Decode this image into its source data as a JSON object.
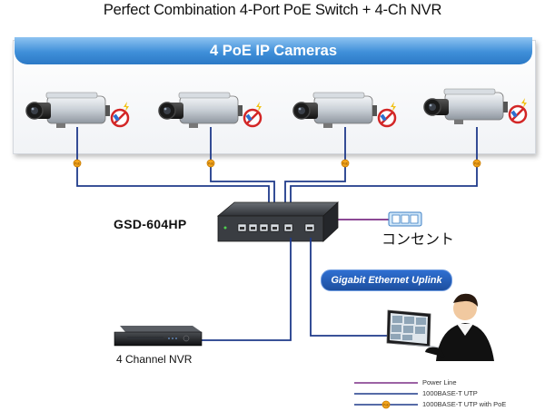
{
  "title": "Perfect Combination 4-Port PoE Switch + 4-Ch NVR",
  "cameras_header": "4 PoE IP Cameras",
  "switch_model": "GSD-604HP",
  "outlet_label": "コンセント",
  "nvr_label": "4 Channel NVR",
  "uplink_label": "Gigabit Ethernet Uplink",
  "legend": {
    "power_line": "Power Line",
    "utp": "1000BASE-T UTP",
    "utp_poe": "1000BASE-T UTP with PoE"
  },
  "colors": {
    "power_line": "#7b2f86",
    "utp": "#1f3a8a",
    "poe_dot": "#f3a51c",
    "header": "#3f8fd9"
  }
}
